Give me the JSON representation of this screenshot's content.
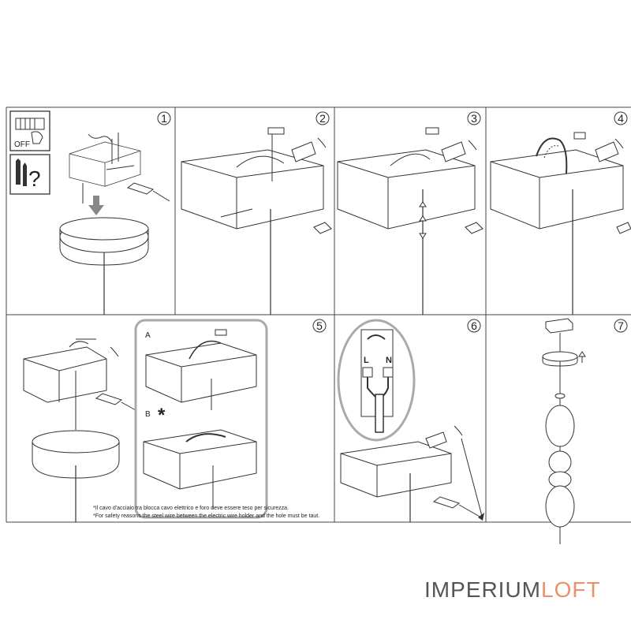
{
  "steps": [
    "1",
    "2",
    "3",
    "4",
    "5",
    "6",
    "7"
  ],
  "switch_label": "OFF",
  "variant_a": "A",
  "variant_b": "B",
  "terminal_l": "L",
  "terminal_n": "N",
  "note_it": "*Il cavo d'acciaio tra blocca cavo elettrico e foro deve essere teso per sicurezza.",
  "note_en": "*For safety reasons the steel wire between the electric wire holder and the hole must be taut.",
  "brand": {
    "part1": "IMPERIUM",
    "part2": "LOFT",
    "accent": "#e8926a"
  },
  "icons": [
    "switch-off-icon",
    "tools-icon",
    "question-icon",
    "asterisk-icon",
    "arrow-down-icon",
    "arrow-up-icon"
  ]
}
